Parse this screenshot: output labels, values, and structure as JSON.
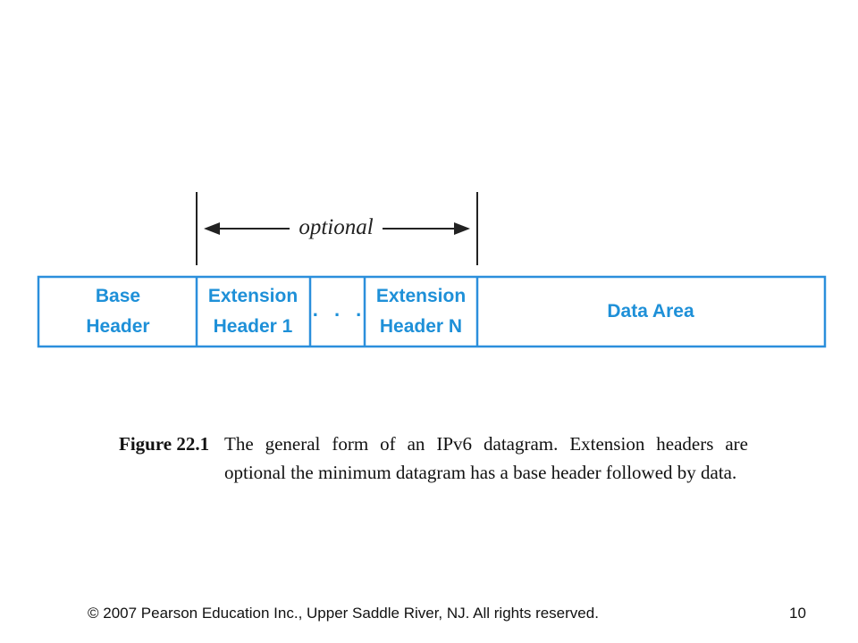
{
  "diagram": {
    "optional_label": "optional",
    "fields": [
      {
        "line1": "Base",
        "line2": "Header"
      },
      {
        "line1": "Extension",
        "line2": "Header 1"
      },
      {
        "line1": ". . .",
        "line2": ""
      },
      {
        "line1": "Extension",
        "line2": "Header N"
      },
      {
        "line1": "Data Area",
        "line2": ""
      }
    ],
    "colors": {
      "box_border": "#2b8fdc",
      "field_text": "#1e90d8",
      "arrow": "#222222"
    }
  },
  "caption": {
    "label": "Figure 22.1",
    "text": "The general form of an IPv6 datagram. Extension headers are optional the minimum datagram has a base header followed by data."
  },
  "footer": {
    "copyright": "© 2007 Pearson Education Inc., Upper Saddle River, NJ. All rights reserved.",
    "page_number": "10"
  }
}
